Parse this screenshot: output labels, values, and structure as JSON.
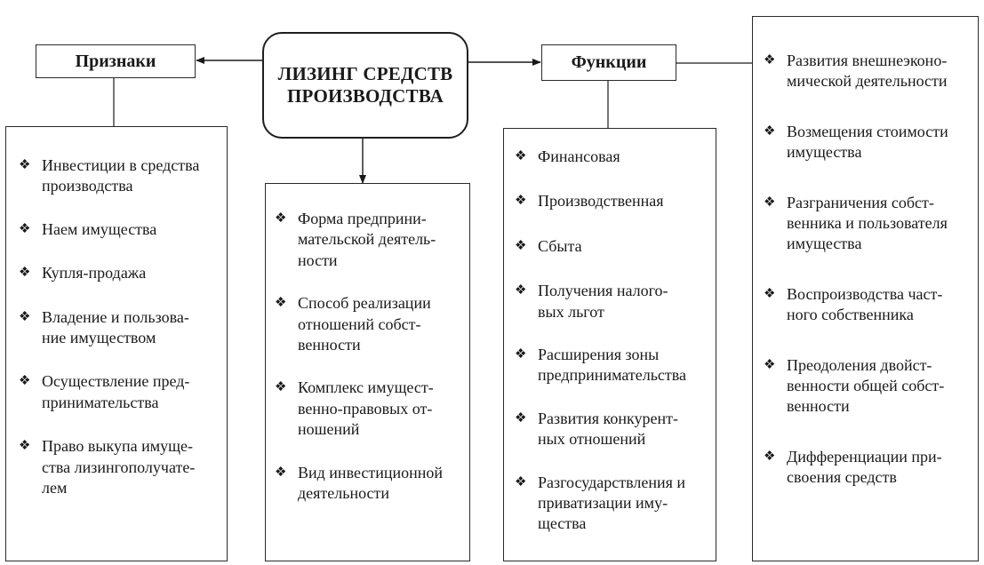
{
  "center": {
    "title": "ЛИЗИНГ СРЕДСТВ\nПРОИЗВОДСТВА"
  },
  "signs": {
    "label": "Признаки",
    "items": [
      "Инвестиции в средства\nпроизводства",
      "Наем имущества",
      "Купля-продажа",
      "Владение и пользова-\nние имуществом",
      "Осуществление пред-\nпринимательства",
      "Право выкупа имуще-\nства лизингополучате-\nлем"
    ]
  },
  "forms": {
    "items": [
      "Форма предприни-\nмательской деятель-\nности",
      "Способ реализации\nотношений собст-\nвенности",
      "Комплекс имущест-\nвенно-правовых от-\nношений",
      "Вид инвестиционной\nдеятельности"
    ]
  },
  "functions": {
    "label": "Функции",
    "items": [
      "Финансовая",
      "Производственная",
      "Сбыта",
      "Получения налого-\nвых льгот",
      "Расширения зоны\nпредпринимательства",
      "Развития конкурент-\nных отношений",
      "Разгосударствления и\nприватизации иму-\nщества"
    ]
  },
  "development": {
    "items": [
      "Развития внешнеэконо-\nмической деятельности",
      "Возмещения стоимости\nимущества",
      "Разграничения собст-\nвенника и пользователя\nимущества",
      "Воспроизводства част-\nного собственника",
      "Преодоления двойст-\nвенности общей собст-\nвенности",
      "Дифференциации при-\nсвоения средств"
    ]
  }
}
